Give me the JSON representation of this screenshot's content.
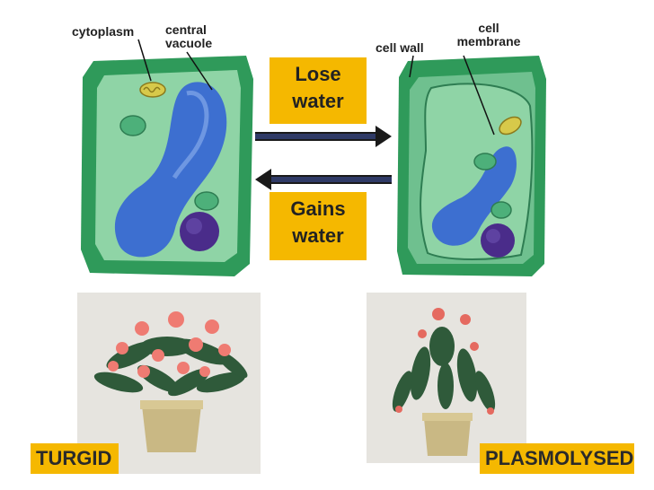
{
  "labels": {
    "cytoplasm": "cytoplasm",
    "central_vacuole": "central vacuole",
    "cell_wall": "cell wall",
    "cell_membrane": "cell membrane"
  },
  "arrows": {
    "lose": [
      "Lose",
      "water"
    ],
    "gain": [
      "Gains",
      "water"
    ]
  },
  "states": {
    "turgid": "TURGID",
    "plasmolysed": "PLASMOLYSED"
  },
  "colors": {
    "cell_wall": "#2f9a5a",
    "cytoplasm": "#8fd4a6",
    "vacuole": "#3d6fd0",
    "nucleus": "#4a2c8a",
    "label_bg": "#f5b800"
  }
}
